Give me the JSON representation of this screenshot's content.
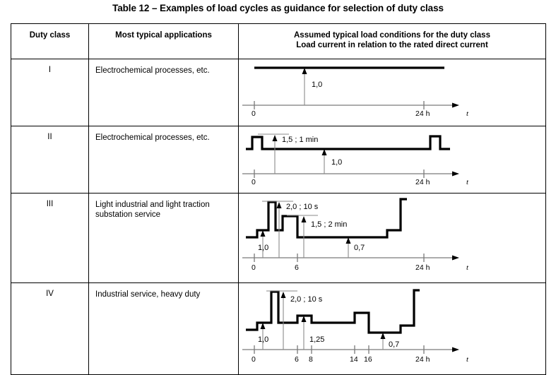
{
  "title": "Table 12 – Examples of load cycles as guidance for selection of duty class",
  "table": {
    "headers": {
      "col1": "Duty class",
      "col2": "Most typical applications",
      "col3_line1": "Assumed typical load conditions for the duty class",
      "col3_line2": "Load current in relation to the rated direct current"
    },
    "rows": [
      {
        "duty_class": "I",
        "application": "Electrochemical processes, etc.",
        "axis": {
          "start_label": "0",
          "end_label": "24 h",
          "variable": "t"
        },
        "annotations": [
          "1,0"
        ]
      },
      {
        "duty_class": "II",
        "application": "Electrochemical processes, etc.",
        "axis": {
          "start_label": "0",
          "end_label": "24 h",
          "variable": "t"
        },
        "annotations": [
          "1,5 ;  1 min",
          "1,0"
        ]
      },
      {
        "duty_class": "III",
        "application": "Light industrial and light traction substation service",
        "axis": {
          "start_label": "0",
          "mid_label": "6",
          "end_label": "24 h",
          "variable": "t"
        },
        "annotations": [
          "2,0 ;  10 s",
          "1,5 ;  2 min",
          "1,0",
          "0,7"
        ]
      },
      {
        "duty_class": "IV",
        "application": "Industrial service, heavy duty",
        "axis": {
          "ticks": [
            "0",
            "6",
            "8",
            "14",
            "16",
            "24 h"
          ],
          "variable": "t"
        },
        "annotations": [
          "2,0 ;  10 s",
          "1,25",
          "1,0",
          "0,7"
        ]
      }
    ]
  },
  "chart_data": [
    {
      "type": "line",
      "duty_class": "I",
      "title": "Duty class I load cycle",
      "xlabel": "t",
      "ylabel": "Load current relative to rated direct current",
      "xticks": [
        0,
        24
      ],
      "xticklabels": [
        "0",
        "24 h"
      ],
      "levels": [
        {
          "from_h": 0,
          "to_h": 24,
          "value": 1.0
        }
      ],
      "labelled_values": [
        "1,0"
      ]
    },
    {
      "type": "line",
      "duty_class": "II",
      "title": "Duty class II load cycle",
      "xlabel": "t",
      "ylabel": "Load current relative to rated direct current",
      "xticks": [
        0,
        24
      ],
      "xticklabels": [
        "0",
        "24 h"
      ],
      "base_value": 1.0,
      "peak_value": 1.5,
      "peak_duration": "1 min",
      "pulses": [
        {
          "at_h": 0.4,
          "value": 1.5
        },
        {
          "at_h": 22.5,
          "value": 1.5
        }
      ],
      "labelled_values": [
        "1,5 ;  1 min",
        "1,0"
      ]
    },
    {
      "type": "line",
      "duty_class": "III",
      "title": "Duty class III load cycle",
      "xlabel": "t",
      "ylabel": "Load current relative to rated direct current",
      "xticks": [
        0,
        6,
        24
      ],
      "xticklabels": [
        "0",
        "6",
        "24 h"
      ],
      "levels": [
        {
          "from_h": 0,
          "to_h": 1.2,
          "value": 1.0
        },
        {
          "from_h": 1.2,
          "to_h": 2.2,
          "value": 2.0
        },
        {
          "from_h": 2.2,
          "to_h": 3.4,
          "value": 1.3
        },
        {
          "from_h": 3.4,
          "to_h": 6.0,
          "value": 1.5
        },
        {
          "from_h": 6.0,
          "to_h": 21.5,
          "value": 0.7
        },
        {
          "from_h": 21.5,
          "to_h": 24.2,
          "value": 1.0
        },
        {
          "from_h": 24.2,
          "to_h": 25.0,
          "value": 2.1
        }
      ],
      "labelled_values": [
        "2,0 ;  10 s",
        "1,5 ;  2 min",
        "1,0",
        "0,7"
      ]
    },
    {
      "type": "line",
      "duty_class": "IV",
      "title": "Duty class IV load cycle",
      "xlabel": "t",
      "ylabel": "Load current relative to rated direct current",
      "xticks": [
        0,
        6,
        8,
        14,
        16,
        24
      ],
      "xticklabels": [
        "0",
        "6",
        "8",
        "14",
        "16",
        "24 h"
      ],
      "levels": [
        {
          "from_h": -0.8,
          "to_h": 0.3,
          "value": 0.8
        },
        {
          "from_h": 0.3,
          "to_h": 1.5,
          "value": 1.0
        },
        {
          "from_h": 1.5,
          "to_h": 2.3,
          "value": 2.0
        },
        {
          "from_h": 2.3,
          "to_h": 6.0,
          "value": 1.0
        },
        {
          "from_h": 6.0,
          "to_h": 8.0,
          "value": 1.25
        },
        {
          "from_h": 8.0,
          "to_h": 14.0,
          "value": 1.0
        },
        {
          "from_h": 14.0,
          "to_h": 16.0,
          "value": 1.25
        },
        {
          "from_h": 16.0,
          "to_h": 22.0,
          "value": 0.7
        },
        {
          "from_h": 22.0,
          "to_h": 24.3,
          "value": 0.9
        },
        {
          "from_h": 24.3,
          "to_h": 25.0,
          "value": 2.1
        }
      ],
      "labelled_values": [
        "2,0 ;  10 s",
        "1,25",
        "1,0",
        "0,7"
      ]
    }
  ]
}
